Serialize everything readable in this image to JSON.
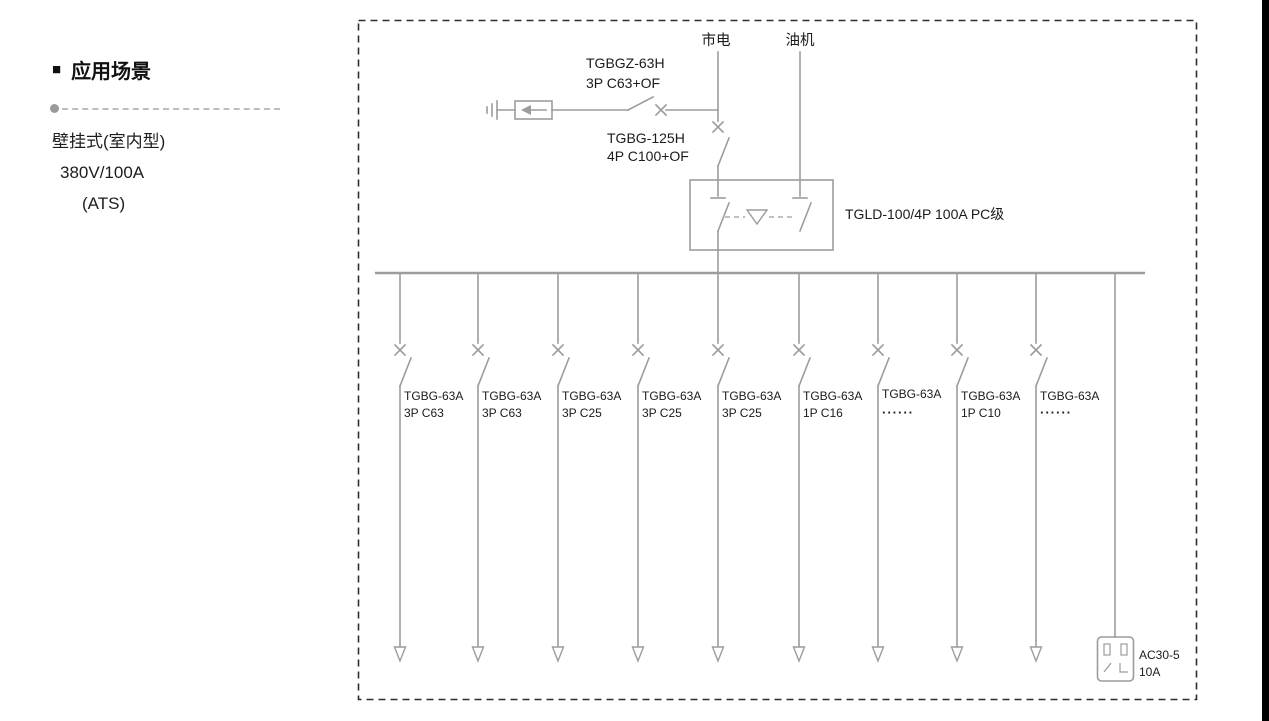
{
  "colors": {
    "line": "#9c9c9c",
    "text": "#1b1b1b",
    "border": "#2e2e2e"
  },
  "sidebar": {
    "bullet": "■",
    "title": "应用场景",
    "lines": [
      "壁挂式(室内型)",
      "380V/100A",
      "(ATS)"
    ]
  },
  "diagram": {
    "source_mains": "市电",
    "source_generator": "油机",
    "spd_breaker": {
      "model": "TGBGZ-63H",
      "spec": "3P C63+OF"
    },
    "main_breaker": {
      "model": "TGBG-125H",
      "spec": "4P C100+OF"
    },
    "ats": {
      "label": "TGLD-100/4P 100A PC级"
    },
    "feeders": [
      {
        "model": "TGBG-63A",
        "spec": "3P C63"
      },
      {
        "model": "TGBG-63A",
        "spec": "3P C63"
      },
      {
        "model": "TGBG-63A",
        "spec": "3P C25"
      },
      {
        "model": "TGBG-63A",
        "spec": "3P C25"
      },
      {
        "model": "TGBG-63A",
        "spec": "3P C25"
      },
      {
        "model": "TGBG-63A",
        "spec": "1P C16"
      },
      {
        "model": "TGBG-63A",
        "spec": "······"
      },
      {
        "model": "TGBG-63A",
        "spec": "1P C10"
      },
      {
        "model": "TGBG-63A",
        "spec": "······"
      }
    ],
    "socket": {
      "model": "AC30-5",
      "spec": "10A"
    }
  }
}
